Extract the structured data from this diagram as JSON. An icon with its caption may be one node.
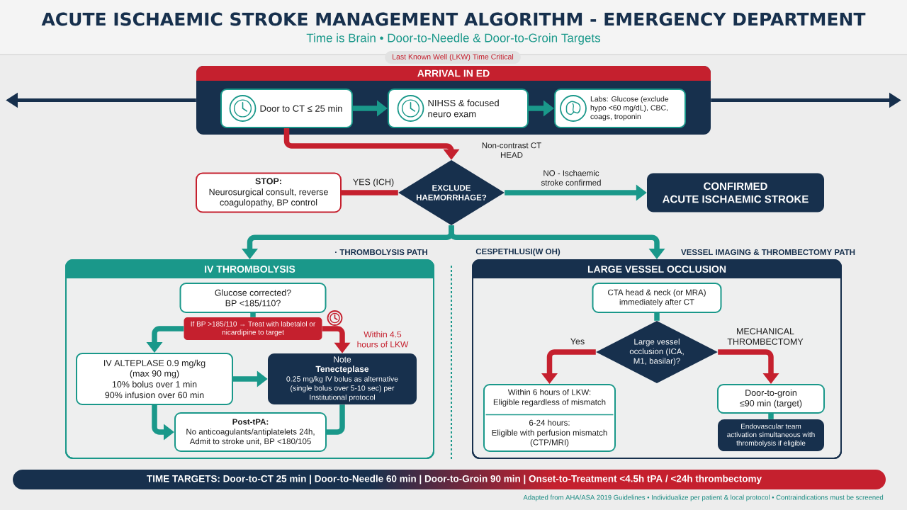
{
  "diagram": {
    "title": "ACUTE ISCHAEMIC STROKE MANAGEMENT ALGORITHM - EMERGENCY DEPARTMENT",
    "nodes": [
      {
        "text": [
          "ARRIVAL IN ED"
        ]
      },
      {
        "text": [
          "Door to CT ≤ 25 min"
        ],
        "in": 0
      },
      {
        "text": [
          "NIHSS & focused neuro exam"
        ],
        "in": 0
      },
      {
        "text": [
          "Labs: Glucose (exclude hypo <60 mg/dL), CBC, coags, troponin"
        ],
        "in": 0
      },
      {
        "text": [
          "EXCLUDE HAEMORRHAGE?"
        ]
      },
      {
        "text": [
          "STOP:",
          "Neurosurgical consult, reverse coagulopathy, BP control"
        ]
      },
      {
        "text": [
          "CONFIRMED",
          "ACUTE ISCHAEMIC STROKE"
        ]
      },
      {
        "text": [
          "IV THROMBOLYSIS"
        ]
      },
      {
        "text": [
          "Glucose corrected? BP <185/110?"
        ],
        "in": 7
      },
      {
        "text": [
          "If BP >185/110 → Treat with labetalol or nicardipine to target"
        ],
        "in": 7
      },
      {
        "text": [
          "IV ALTEPLASE 0.9 mg/kg (max 90 mg)",
          "10% bolus over 1 min",
          "90% infusion over 60 min"
        ],
        "in": 7
      },
      {
        "text": [
          "Note",
          "Tenecteplase",
          "0.25 mg/kg IV bolus as alternative (single bolus over 5-10 sec) per Institutional protocol"
        ],
        "in": 7
      },
      {
        "text": [
          "Post-tPA:",
          "No anticoagulants/antiplatelets 24h, Admit to stroke unit, BP <180/105"
        ],
        "in": 7
      },
      {
        "text": [
          "LARGE VESSEL OCCLUSION"
        ]
      },
      {
        "text": [
          "CTA head & neck (or MRA) immediately after CT"
        ],
        "in": 13
      },
      {
        "text": [
          "Large vessel occlusion (ICA, M1, basilar)?"
        ],
        "in": 13
      },
      {
        "text": [
          "Within 6 hours of LKW:",
          "Eligible regardless of mismatch",
          "6-24 hours:",
          "Eligible with perfusion mismatch (CTP/MRI)"
        ],
        "in": 13
      },
      {
        "text": [
          "Door-to-groin ≤90 min (target)"
        ],
        "in": 13
      },
      {
        "text": [
          "Endovascular team activation simultaneous with thrombolysis if eligible"
        ],
        "in": 13
      }
    ],
    "edges": [
      {
        "from": 0,
        "to": null,
        "arrow": "to",
        "color": "#17304d"
      },
      {
        "from": 0,
        "to": null,
        "arrow": "to",
        "color": "#17304d"
      },
      {
        "from": 1,
        "to": 2,
        "arrow": "to"
      },
      {
        "from": 2,
        "to": 3,
        "arrow": "to"
      },
      {
        "from": 1,
        "to": 4,
        "arrow": "to",
        "label": "Non-contrast CT HEAD",
        "color": "#c5202e"
      },
      {
        "from": 4,
        "to": 5,
        "arrow": "none",
        "label": "YES (ICH)",
        "color": "#c5202e"
      },
      {
        "from": 4,
        "to": 6,
        "arrow": "to",
        "label": "NO - Ischaemic stroke confirmed"
      },
      {
        "from": 4,
        "to": 7,
        "arrow": "to"
      },
      {
        "from": 4,
        "to": 13,
        "arrow": "to"
      },
      {
        "from": 8,
        "to": 9,
        "arrow": "none"
      },
      {
        "from": 9,
        "to": 10,
        "arrow": "to"
      },
      {
        "from": 9,
        "to": 11,
        "arrow": "to",
        "label": "Within 4.5 hours of LKW",
        "color": "#c5202e"
      },
      {
        "from": 10,
        "to": 11,
        "arrow": "to"
      },
      {
        "from": 10,
        "to": 12,
        "arrow": "to"
      },
      {
        "from": 11,
        "to": 12,
        "arrow": "none"
      },
      {
        "from": 14,
        "to": 15,
        "arrow": "none"
      },
      {
        "from": 15,
        "to": 16,
        "arrow": "to",
        "label": "Yes",
        "color": "#c5202e"
      },
      {
        "from": 15,
        "to": 17,
        "arrow": "to",
        "label": "MECHANICAL THROMBECTOMY",
        "color": "#c5202e"
      },
      {
        "from": 17,
        "to": 18,
        "arrow": "none"
      }
    ],
    "labels": [
      "Time is Brain • Door-to-Needle & Door-to-Groin Targets",
      "Last Known Well (LKW) Time Critical",
      "· THROMBOLYSIS PATH",
      "CESPETHLUSI(W OH)",
      "VESSEL IMAGING & THROMBECTOMY PATH",
      "TIME TARGETS: Door-to-CT 25 min | Door-to-Needle 60 min | Door-to-Groin 90 min | Onset-to-Treatment <4.5h tPA / <24h thrombectomy",
      "Adapted from AHA/ASA 2019 Guidelines • Individualize per patient & local protocol • Contraindications must be screened"
    ]
  }
}
